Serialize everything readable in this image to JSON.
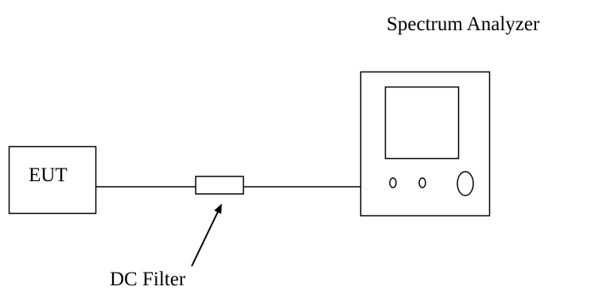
{
  "labels": {
    "spectrum_analyzer": "Spectrum Analyzer",
    "eut": "EUT",
    "dc_filter": "DC Filter"
  },
  "colors": {
    "stroke": "#000000",
    "background": "#ffffff"
  }
}
